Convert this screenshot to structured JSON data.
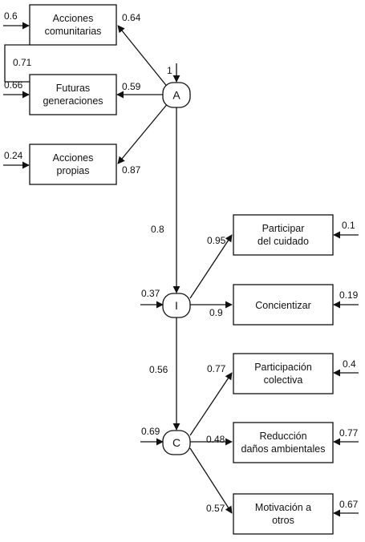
{
  "boxes": {
    "acciones_comunitarias": [
      "Acciones",
      "comunitarias"
    ],
    "futuras_generaciones": [
      "Futuras",
      "generaciones"
    ],
    "acciones_propias": [
      "Acciones",
      "propias"
    ],
    "participar_cuidado": [
      "Participar",
      "del cuidado"
    ],
    "concientizar": [
      "Concientizar"
    ],
    "participacion_colectiva": [
      "Participación",
      "colectiva"
    ],
    "reduccion_danos": [
      "Reducción",
      "daños ambientales"
    ],
    "motivacion_otros": [
      "Motivación a",
      "otros"
    ]
  },
  "nodes": {
    "A": "A",
    "I": "I",
    "C": "C"
  },
  "coefficients": {
    "err_acciones_comunitarias": "0.6",
    "load_acciones_comunitarias": "0.64",
    "cov_comunitarias_futuras": "0.71",
    "err_futuras_generaciones": "0.66",
    "load_futuras_generaciones": "0.59",
    "err_acciones_propias": "0.24",
    "load_acciones_propias": "0.87",
    "err_A": "1",
    "path_A_I": "0.8",
    "err_I": "0.37",
    "load_participar_cuidado": "0.95",
    "err_participar_cuidado": "0.1",
    "load_concientizar": "0.9",
    "err_concientizar": "0.19",
    "path_I_C": "0.56",
    "err_C": "0.69",
    "load_participacion_colectiva": "0.77",
    "err_participacion_colectiva": "0.4",
    "load_reduccion_danos": "0.48",
    "err_reduccion_danos": "0.77",
    "load_motivacion_otros": "0.57",
    "err_motivacion_otros": "0.67"
  }
}
